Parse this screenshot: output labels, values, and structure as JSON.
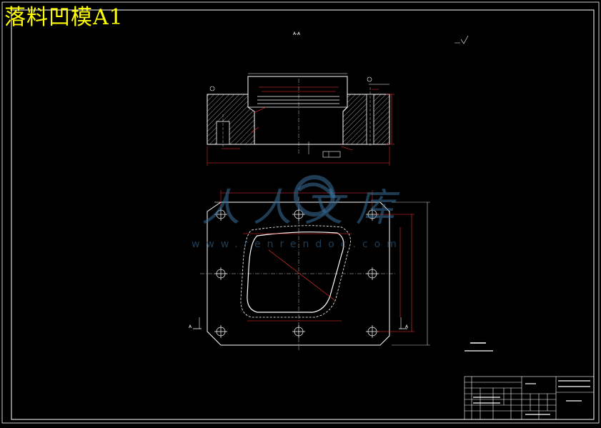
{
  "drawing": {
    "title": "落料凹模A1",
    "section_label": "A-A",
    "section_marker_left": "A",
    "section_marker_right": "A"
  },
  "watermark": {
    "cn": "人人文库",
    "url": "www.renrendoc.com"
  },
  "colors": {
    "background": "#000000",
    "outline": "#ffffff",
    "dimension": "#ff3333",
    "title": "#ffff00",
    "watermark": "#3a6f9a"
  }
}
